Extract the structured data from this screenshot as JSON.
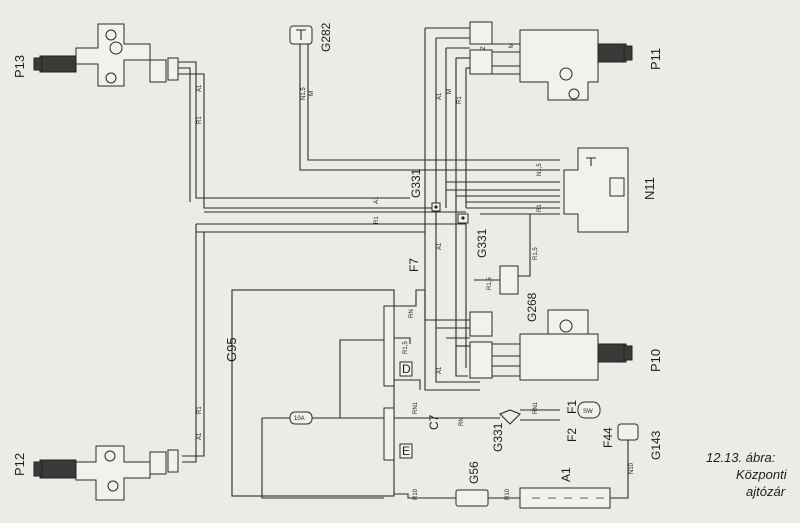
{
  "labels": {
    "p13": "P13",
    "p12": "P12",
    "p11": "P11",
    "p10": "P10",
    "g282": "G282",
    "n11": "N11",
    "g331_a": "G331",
    "g331_b": "G331",
    "g331_c": "G331",
    "g268": "G268",
    "g95": "G95",
    "f7": "F7",
    "c7": "C7",
    "f1": "F1",
    "f2": "F2",
    "f44": "F44",
    "g143": "G143",
    "g56": "G56",
    "a1": "A1",
    "d": "D",
    "e": "E",
    "sw": "SW",
    "fuse_10a": "10A"
  },
  "wire_codes": {
    "a1": "A1",
    "r1": "R1",
    "m": "M",
    "z": "Z",
    "n1_5": "N1,5",
    "r1_5": "R1,5",
    "rn": "RN",
    "rn1": "RN1",
    "n10": "N10",
    "r10": "R10"
  },
  "caption": {
    "line1": "12.13. ábra:",
    "line2": "Központi",
    "line3": "ajtózár"
  }
}
